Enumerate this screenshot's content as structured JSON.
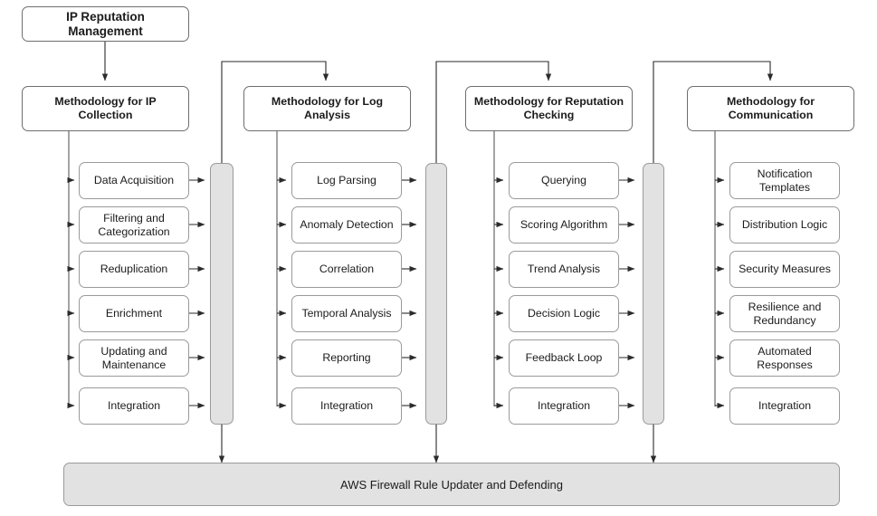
{
  "diagram": {
    "title": "IP Reputation Management",
    "root": {
      "label": "IP Reputation Management"
    },
    "footer": {
      "label": "AWS Firewall Rule Updater and Defending"
    },
    "columns": [
      {
        "id": "ip-collection",
        "header": "Methodology for IP Collection",
        "steps": [
          "Data Acquisition",
          "Filtering and Categorization",
          "Reduplication",
          "Enrichment",
          "Updating and Maintenance",
          "Integration"
        ],
        "bus": "bus-bar-ip-collection"
      },
      {
        "id": "log-analysis",
        "header": "Methodology for Log Analysis",
        "steps": [
          "Log Parsing",
          "Anomaly Detection",
          "Correlation",
          "Temporal Analysis",
          "Reporting",
          "Integration"
        ],
        "bus": "bus-bar-log-analysis"
      },
      {
        "id": "reputation-checking",
        "header": "Methodology for Reputation Checking",
        "steps": [
          "Querying",
          "Scoring Algorithm",
          "Trend Analysis",
          "Decision Logic",
          "Feedback Loop",
          "Integration"
        ],
        "bus": "bus-bar-reputation-checking"
      },
      {
        "id": "communication",
        "header": "Methodology for Communication",
        "steps": [
          "Notification Templates",
          "Distribution Logic",
          "Security Measures",
          "Resilience and Redundancy",
          "Automated Responses",
          "Integration"
        ],
        "bus": null
      }
    ],
    "colors": {
      "bus_fill": "#e2e2e2",
      "node_fill": "#ffffff",
      "stroke": "#8c8c8c",
      "text": "#1b1b1b",
      "canvas": "#ffffff"
    }
  }
}
